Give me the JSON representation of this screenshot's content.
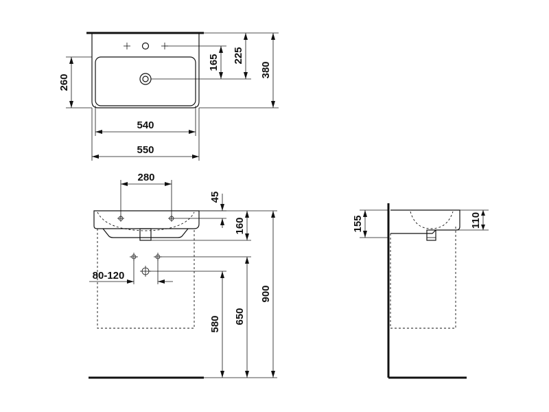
{
  "dimensions": {
    "top_depth_260": "260",
    "top_165": "165",
    "top_225": "225",
    "top_380": "380",
    "top_inner_width_540": "540",
    "top_outer_width_550": "550",
    "front_hole_spacing_280": "280",
    "front_45": "45",
    "front_160": "160",
    "front_trap_80_120": "80-120",
    "front_580": "580",
    "front_650": "650",
    "front_900": "900",
    "side_155": "155",
    "side_110": "110"
  }
}
